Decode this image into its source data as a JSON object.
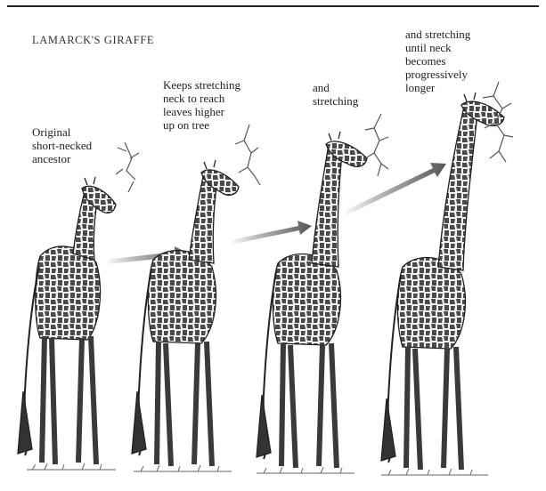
{
  "title": "LAMARCK'S GIRAFFE",
  "stages": [
    {
      "caption": "Original\nshort-necked\nancestor"
    },
    {
      "caption": "Keeps stretching\nneck to reach\nleaves higher\nup on tree"
    },
    {
      "caption": "and\nstretching"
    },
    {
      "caption": "and stretching\nuntil neck\nbecomes\nprogressively\nlonger"
    }
  ]
}
